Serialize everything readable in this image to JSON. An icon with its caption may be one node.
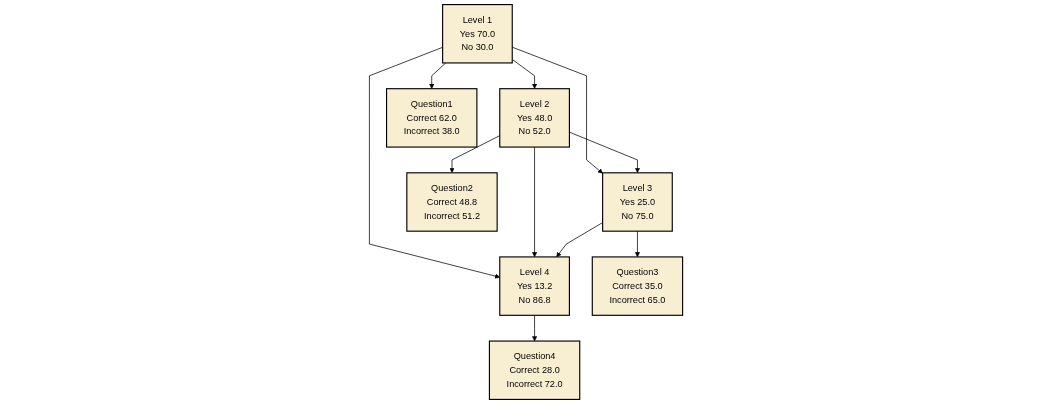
{
  "diagram": {
    "nodes": [
      {
        "text": [
          "Level 1",
          "Yes 70.0",
          "No 30.0"
        ]
      },
      {
        "text": [
          "Level 2",
          "Yes 48.0",
          "No 52.0"
        ]
      },
      {
        "text": [
          "Level 3",
          "Yes 25.0",
          "No 75.0"
        ]
      },
      {
        "text": [
          "Level 4",
          "Yes 13.2",
          "No 86.8"
        ]
      },
      {
        "text": [
          "Question1",
          "Correct 62.0",
          "Incorrect 38.0"
        ]
      },
      {
        "text": [
          "Question2",
          "Correct 48.8",
          "Incorrect 51.2"
        ]
      },
      {
        "text": [
          "Question3",
          "Correct 35.0",
          "Incorrect 65.0"
        ]
      },
      {
        "text": [
          "Question4",
          "Correct 28.0",
          "Incorrect 72.0"
        ]
      }
    ],
    "edges": [
      {
        "from": 0,
        "to": 1,
        "arrow": "to"
      },
      {
        "from": 0,
        "to": 2,
        "arrow": "to"
      },
      {
        "from": 0,
        "to": 3,
        "arrow": "to"
      },
      {
        "from": 0,
        "to": 4,
        "arrow": "to"
      },
      {
        "from": 1,
        "to": 2,
        "arrow": "to"
      },
      {
        "from": 1,
        "to": 3,
        "arrow": "to"
      },
      {
        "from": 1,
        "to": 5,
        "arrow": "to"
      },
      {
        "from": 2,
        "to": 3,
        "arrow": "to"
      },
      {
        "from": 2,
        "to": 6,
        "arrow": "to"
      },
      {
        "from": 3,
        "to": 7,
        "arrow": "to"
      }
    ]
  }
}
